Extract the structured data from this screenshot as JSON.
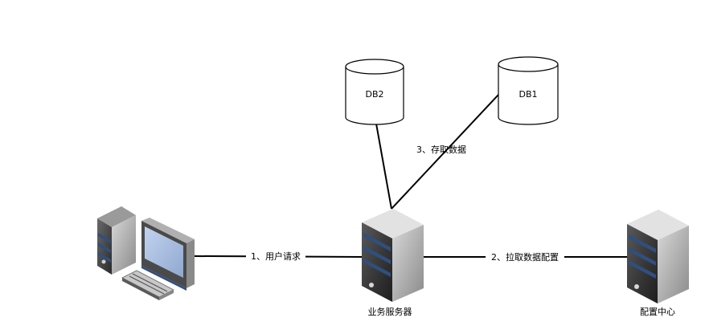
{
  "nodes": {
    "db2": {
      "label": "DB2"
    },
    "db1": {
      "label": "DB1"
    },
    "client": {
      "label": ""
    },
    "business_server": {
      "label": "业务服务器"
    },
    "config_center": {
      "label": "配置中心"
    }
  },
  "edges": {
    "user_request": {
      "label": "1、用户请求"
    },
    "pull_config": {
      "label": "2、拉取数据配置"
    },
    "access_data": {
      "label": "3、存取数据"
    }
  },
  "colors": {
    "line": "#000000",
    "server_dark": "#3c3c3c",
    "server_mid": "#6e6e6e",
    "server_light": "#c8c8c8",
    "stripe_blue": "#2f4f7f",
    "monitor_screen": "#9db4d9"
  }
}
